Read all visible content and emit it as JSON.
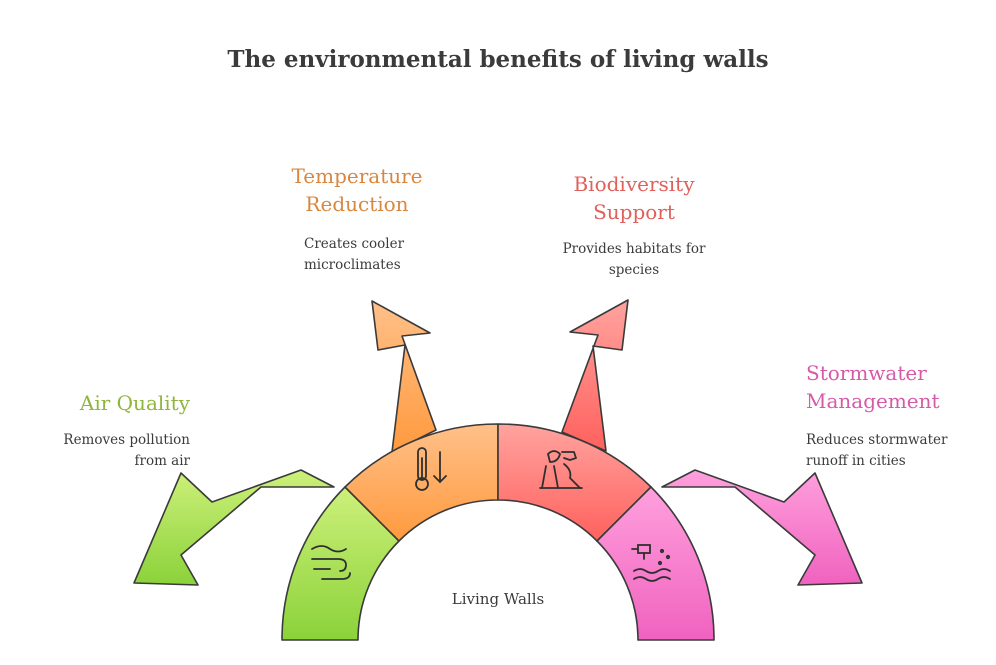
{
  "title": "The environmental benefits of living walls",
  "center_label": "Living Walls",
  "segments": [
    {
      "heading": [
        "Air Quality"
      ],
      "description": [
        "Removes pollution",
        "from air"
      ],
      "icon": "wind-icon",
      "color": "#8fb63c"
    },
    {
      "heading": [
        "Temperature",
        "Reduction"
      ],
      "description": [
        "Creates cooler",
        "microclimates"
      ],
      "icon": "thermometer-down-icon",
      "color": "#d9873f"
    },
    {
      "heading": [
        "Biodiversity",
        "Support"
      ],
      "description": [
        "Provides habitats for",
        "species"
      ],
      "icon": "birds-habitat-icon",
      "color": "#e0605c"
    },
    {
      "heading": [
        "Stormwater",
        "Management"
      ],
      "description": [
        "Reduces stormwater",
        "runoff in cities"
      ],
      "icon": "rain-pipe-icon",
      "color": "#d75aa8"
    }
  ]
}
